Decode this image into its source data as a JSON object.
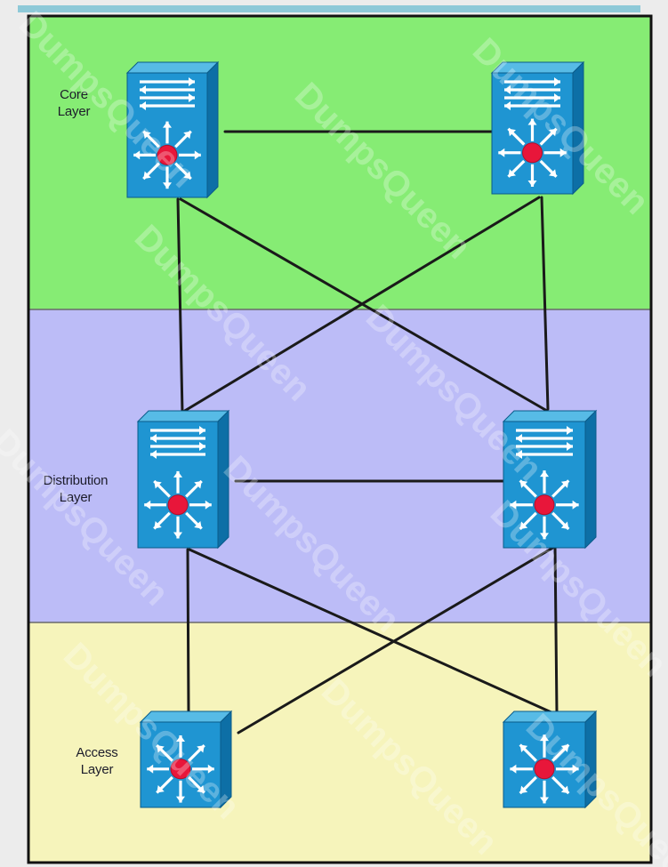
{
  "layers": {
    "core": {
      "label_line1": "Core",
      "label_line2": "Layer"
    },
    "distribution": {
      "label_line1": "Distribution",
      "label_line2": "Layer"
    },
    "access": {
      "label_line1": "Access",
      "label_line2": "Layer"
    }
  },
  "colors": {
    "core_band": "#86ec74",
    "distribution_band": "#bcbcf7",
    "access_band": "#f6f4bb",
    "frame": "#111111",
    "switch_face": "#1f95d2",
    "switch_top": "#57bbe6",
    "switch_side": "#0d6fa6",
    "hub_dot": "#e8163a",
    "link": "#1a1a1a"
  },
  "watermark": "DumpsQueen",
  "diagram": {
    "nodes": [
      {
        "id": "core-left",
        "layer": "core",
        "kind": "multilayer-switch"
      },
      {
        "id": "core-right",
        "layer": "core",
        "kind": "multilayer-switch"
      },
      {
        "id": "dist-left",
        "layer": "distribution",
        "kind": "multilayer-switch"
      },
      {
        "id": "dist-right",
        "layer": "distribution",
        "kind": "multilayer-switch"
      },
      {
        "id": "access-left",
        "layer": "access",
        "kind": "workgroup-switch"
      },
      {
        "id": "access-right",
        "layer": "access",
        "kind": "workgroup-switch"
      }
    ],
    "edges": [
      [
        "core-left",
        "core-right"
      ],
      [
        "core-left",
        "dist-left"
      ],
      [
        "core-left",
        "dist-right"
      ],
      [
        "core-right",
        "dist-left"
      ],
      [
        "core-right",
        "dist-right"
      ],
      [
        "dist-left",
        "dist-right"
      ],
      [
        "dist-left",
        "access-left"
      ],
      [
        "dist-left",
        "access-right"
      ],
      [
        "dist-right",
        "access-left"
      ],
      [
        "dist-right",
        "access-right"
      ]
    ]
  }
}
